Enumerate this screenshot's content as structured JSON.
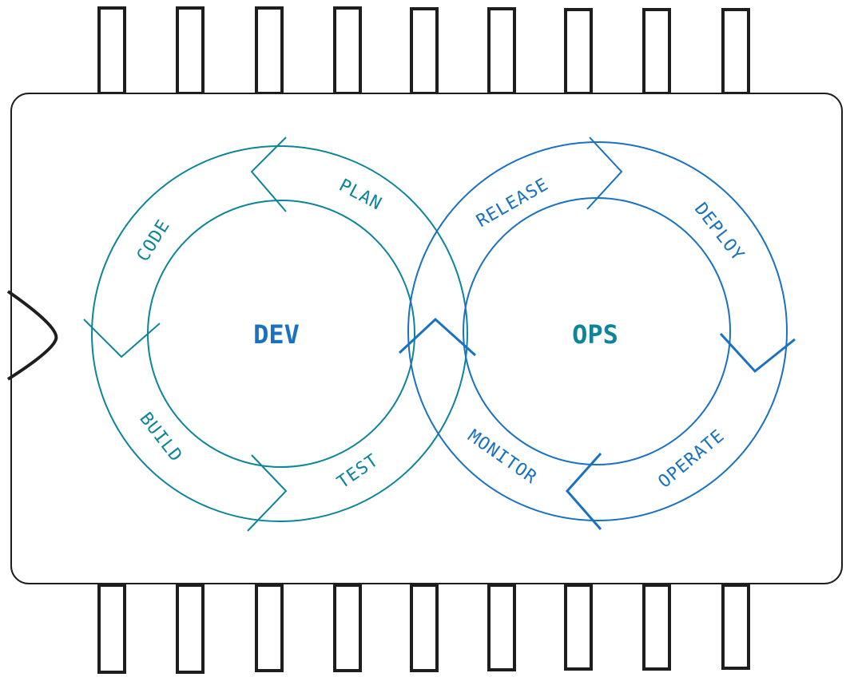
{
  "colors": {
    "teal": "#0c8599",
    "blue": "#1971c2",
    "outline": "#1e1e1e"
  },
  "center_labels": {
    "dev": "DEV",
    "ops": "OPS"
  },
  "dev_stages": {
    "plan": "PLAN",
    "code": "CODE",
    "build": "BUILD",
    "test": "TEST"
  },
  "ops_stages": {
    "release": "RELEASE",
    "deploy": "DEPLOY",
    "operate": "OPERATE",
    "monitor": "MONITOR"
  }
}
